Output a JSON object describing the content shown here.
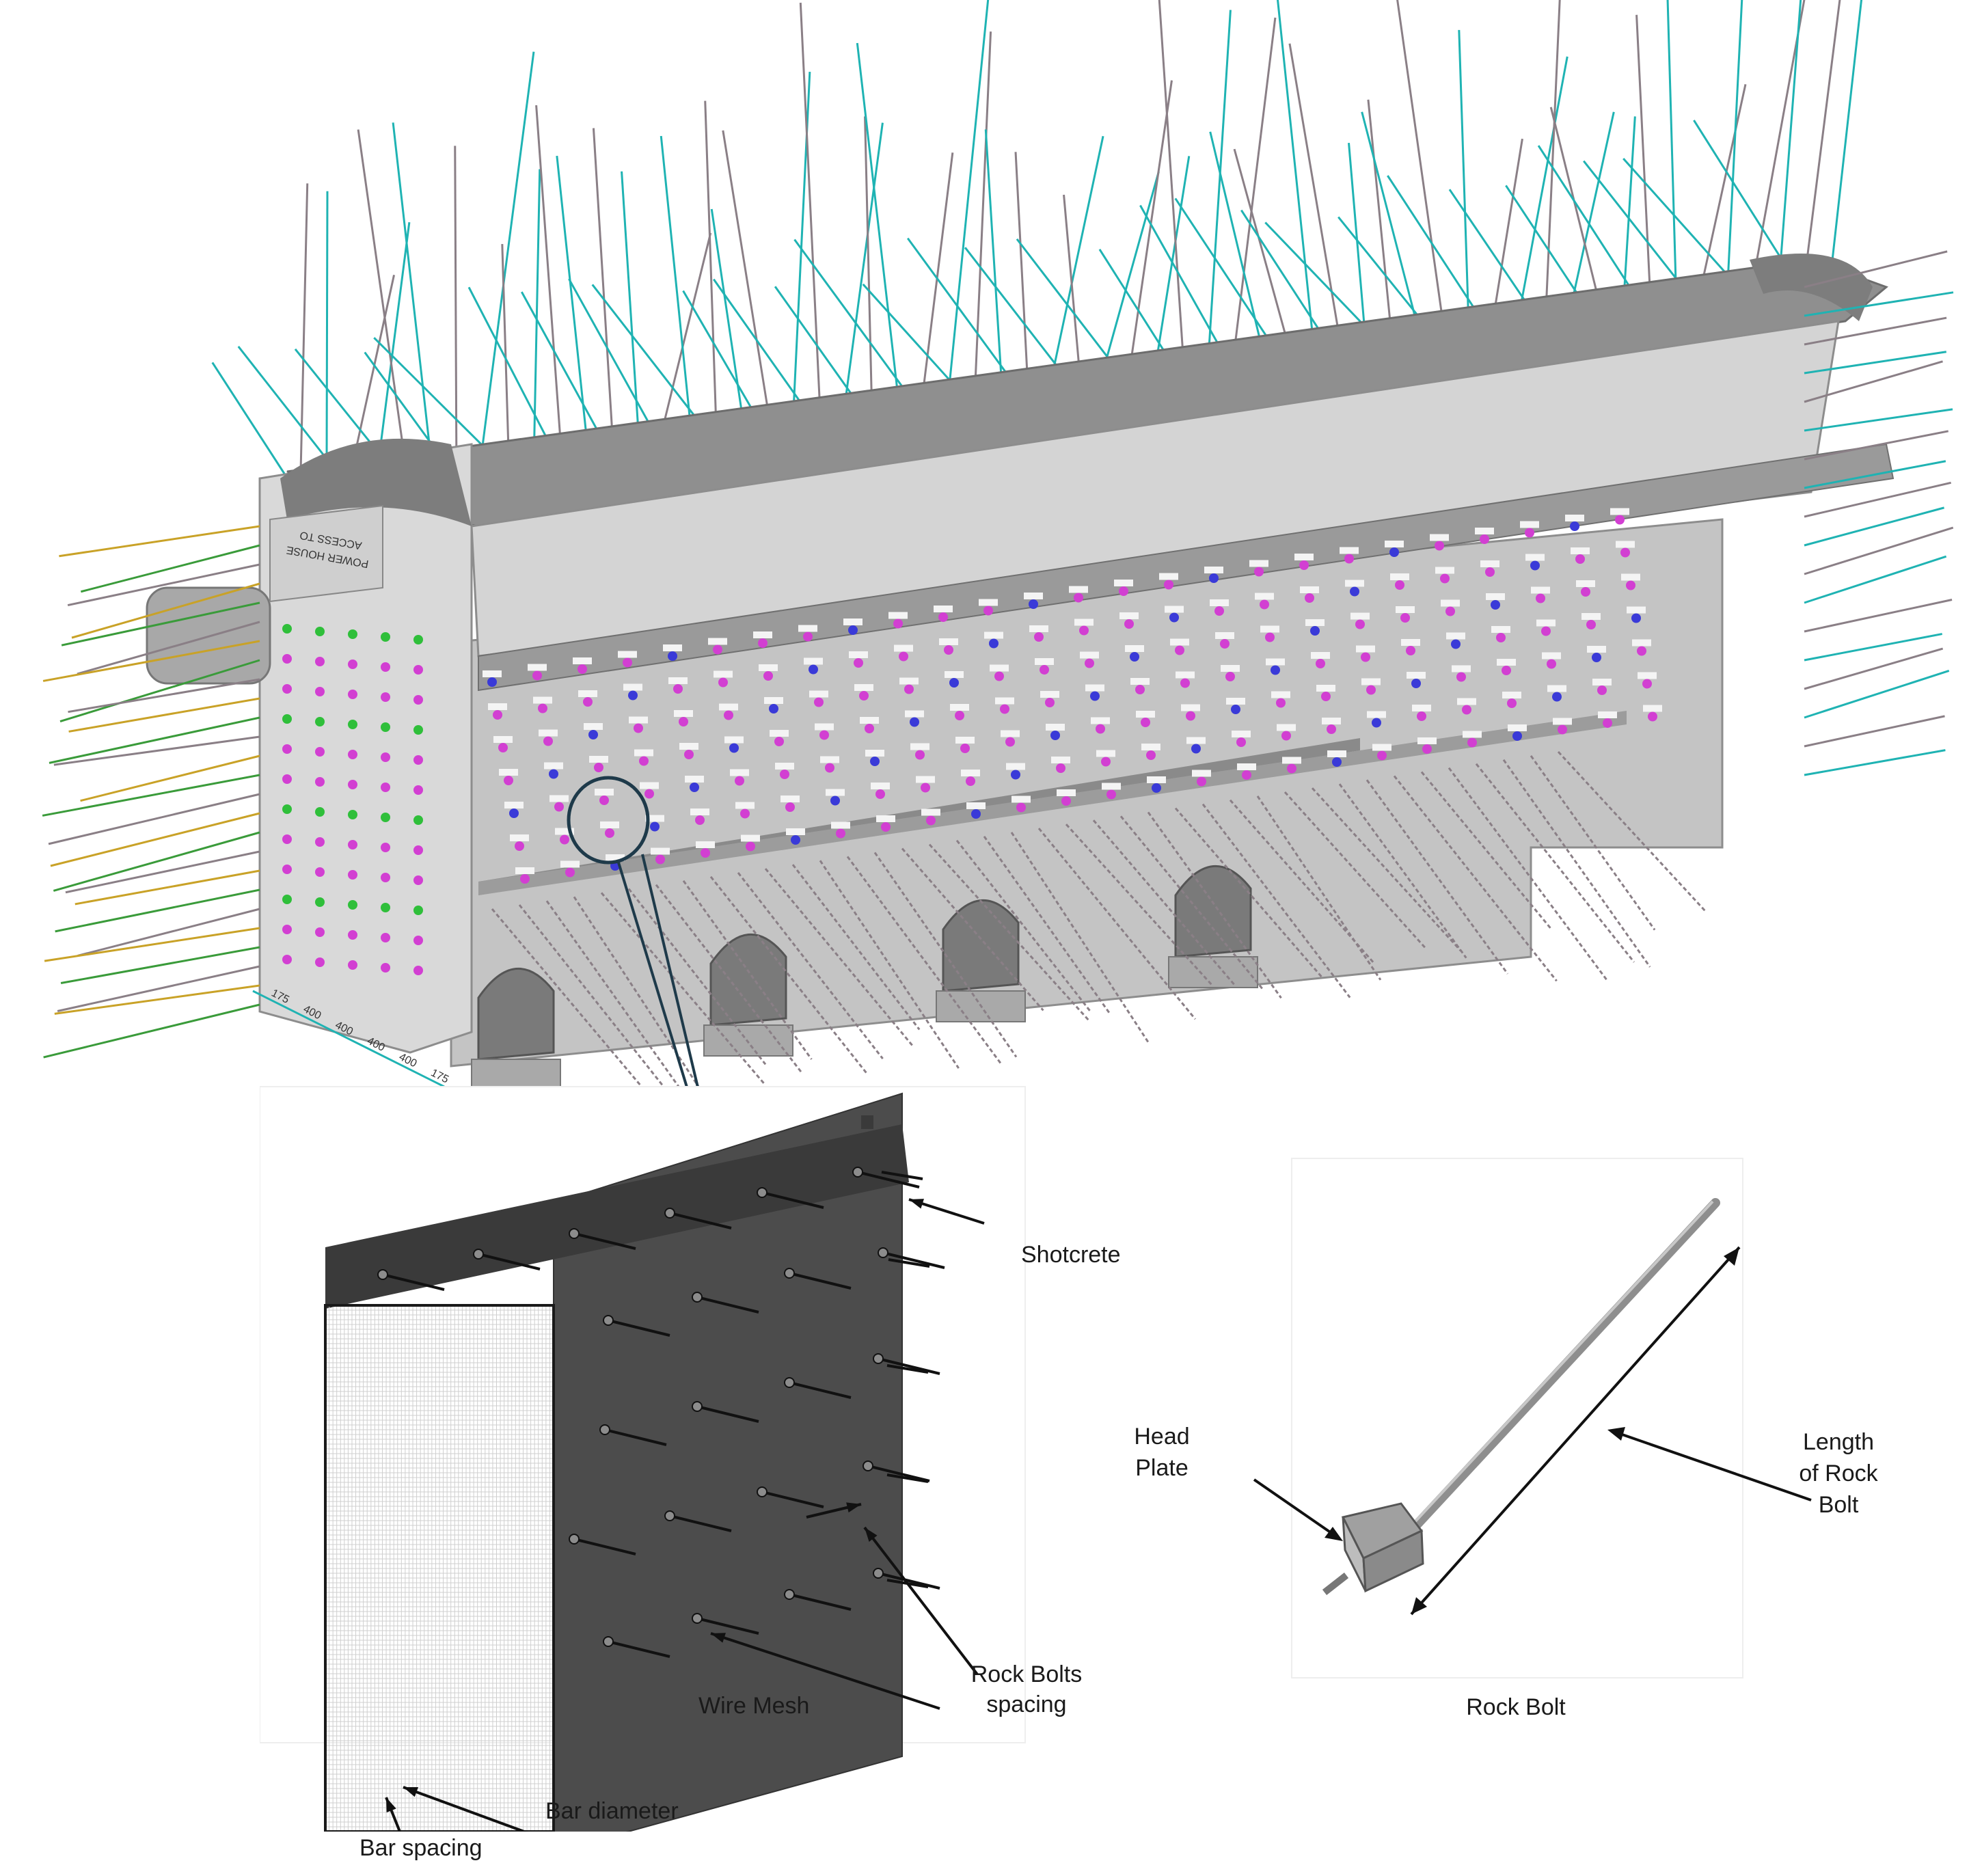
{
  "labels": {
    "shotcrete": "Shotcrete",
    "wire_mesh": "Wire Mesh",
    "rock_bolts_spacing": [
      "Rock Bolts",
      "spacing"
    ],
    "bar_spacing": "Bar spacing",
    "bar_diameter": "Bar diameter",
    "head_plate": [
      "Head",
      "Plate"
    ],
    "length_of_rock_bolt": [
      "Length",
      "of Rock",
      "Bolt"
    ],
    "rock_bolt": "Rock Bolt"
  },
  "model_3d": {
    "portal_text": [
      "ACCESS TO",
      "POWER HOUSE"
    ],
    "dim_labels": [
      "175",
      "400",
      "400",
      "400",
      "400",
      "175"
    ],
    "colors": {
      "cavern_body": "#b9b9b9",
      "cavern_face": "#cfcfcf",
      "cavern_dark": "#8d8d8d",
      "anchor_cyan": "#1fb3b3",
      "anchor_grey": "#8a7f86",
      "marker_magenta": "#d23fd2",
      "marker_blue": "#3a3ad8",
      "marker_green": "#2fbf3a",
      "callout_ring": "#1e3a4a"
    }
  },
  "colors": {
    "panel_shotcrete": "#4c4c4c",
    "panel_mesh": "#2a2a2a",
    "bolt_plate": "#9e9e9e"
  }
}
